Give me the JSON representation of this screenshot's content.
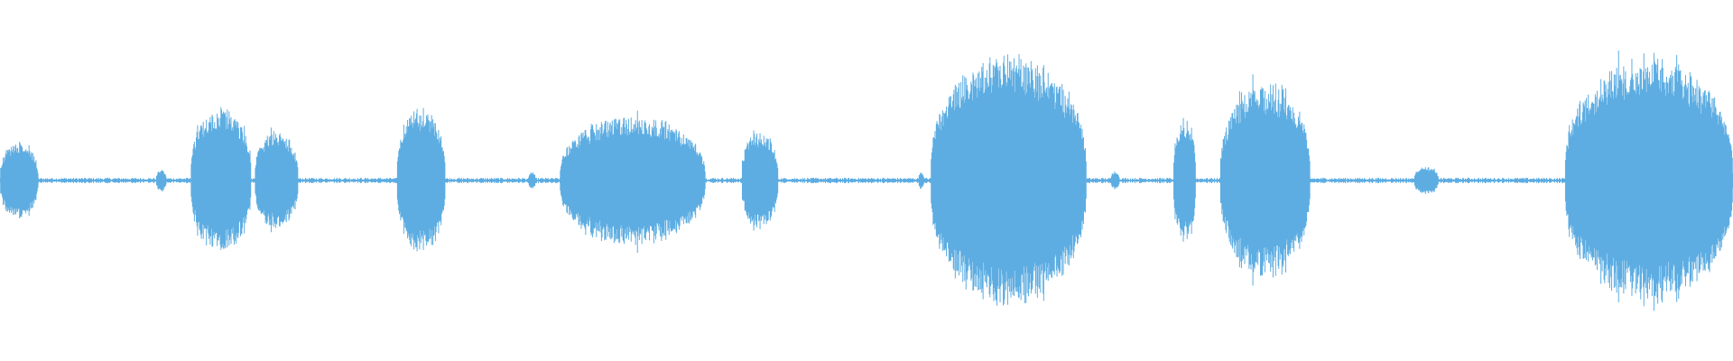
{
  "waveform": {
    "color": "#5dade2",
    "background": "#ffffff",
    "baseline_noise": 0.015,
    "segments": [
      {
        "start": 0.0,
        "end": 0.022,
        "amp": 0.22
      },
      {
        "start": 0.09,
        "end": 0.096,
        "amp": 0.06
      },
      {
        "start": 0.11,
        "end": 0.145,
        "amp": 0.41
      },
      {
        "start": 0.147,
        "end": 0.172,
        "amp": 0.28
      },
      {
        "start": 0.229,
        "end": 0.257,
        "amp": 0.42
      },
      {
        "start": 0.305,
        "end": 0.309,
        "amp": 0.05
      },
      {
        "start": 0.323,
        "end": 0.407,
        "amp": 0.37
      },
      {
        "start": 0.428,
        "end": 0.449,
        "amp": 0.28
      },
      {
        "start": 0.53,
        "end": 0.533,
        "amp": 0.05
      },
      {
        "start": 0.537,
        "end": 0.627,
        "amp": 0.72
      },
      {
        "start": 0.641,
        "end": 0.646,
        "amp": 0.05
      },
      {
        "start": 0.677,
        "end": 0.69,
        "amp": 0.35
      },
      {
        "start": 0.704,
        "end": 0.756,
        "amp": 0.55
      },
      {
        "start": 0.816,
        "end": 0.83,
        "amp": 0.08
      },
      {
        "start": 0.903,
        "end": 1.0,
        "amp": 0.7
      }
    ]
  }
}
